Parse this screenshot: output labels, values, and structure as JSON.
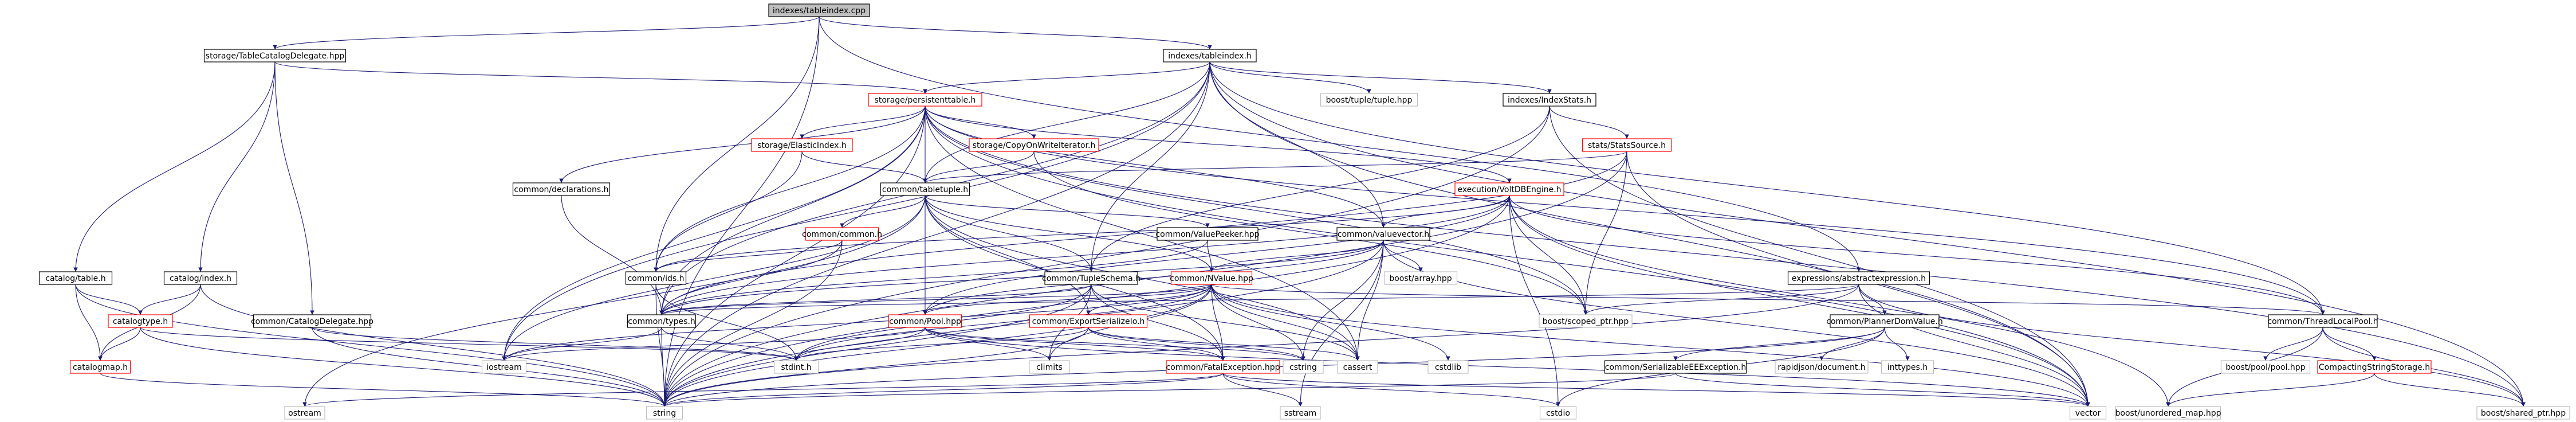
{
  "nodes": [
    {
      "id": "tableindex_cpp",
      "label": "indexes/tableindex.cpp",
      "style": "root"
    },
    {
      "id": "tcd_hpp",
      "label": "storage/TableCatalogDelegate.hpp",
      "style": "normal"
    },
    {
      "id": "tableindex_h",
      "label": "indexes/tableindex.h",
      "style": "normal"
    },
    {
      "id": "tuple_hpp",
      "label": "boost/tuple/tuple.hpp",
      "style": "ext"
    },
    {
      "id": "indexstats_h",
      "label": "indexes/IndexStats.h",
      "style": "normal"
    },
    {
      "id": "persistenttable_h",
      "label": "storage/persistenttable.h",
      "style": "red"
    },
    {
      "id": "catalog_table_h",
      "label": "catalog/table.h",
      "style": "normal"
    },
    {
      "id": "catalog_index_h",
      "label": "catalog/index.h",
      "style": "normal"
    },
    {
      "id": "elasticindex_h",
      "label": "storage/ElasticIndex.h",
      "style": "red"
    },
    {
      "id": "cowiter_h",
      "label": "storage/CopyOnWriteIterator.h",
      "style": "red"
    },
    {
      "id": "statssource_h",
      "label": "stats/StatsSource.h",
      "style": "red"
    },
    {
      "id": "declarations_h",
      "label": "common/declarations.h",
      "style": "normal"
    },
    {
      "id": "tabletuple_h",
      "label": "common/tabletuple.h",
      "style": "normal"
    },
    {
      "id": "voltdbengine_h",
      "label": "execution/VoltDBEngine.h",
      "style": "red"
    },
    {
      "id": "common_common_h",
      "label": "common/common.h",
      "style": "red"
    },
    {
      "id": "valuepeeker_hpp",
      "label": "common/ValuePeeker.hpp",
      "style": "normal"
    },
    {
      "id": "valuevector_h",
      "label": "common/valuevector.h",
      "style": "normal"
    },
    {
      "id": "array_hpp",
      "label": "boost/array.hpp",
      "style": "ext"
    },
    {
      "id": "abstractexpression_h",
      "label": "expressions/abstractexpression.h",
      "style": "normal"
    },
    {
      "id": "tupleschema_h",
      "label": "common/TupleSchema.h",
      "style": "normal"
    },
    {
      "id": "nvalue_hpp",
      "label": "common/NValue.hpp",
      "style": "red"
    },
    {
      "id": "ids_h",
      "label": "common/ids.h",
      "style": "normal"
    },
    {
      "id": "catalogtype_h",
      "label": "catalogtype.h",
      "style": "red"
    },
    {
      "id": "catalogdelegate_hpp",
      "label": "common/CatalogDelegate.hpp",
      "style": "normal"
    },
    {
      "id": "types_h",
      "label": "common/types.h",
      "style": "normal"
    },
    {
      "id": "pool_hpp",
      "label": "common/Pool.hpp",
      "style": "red"
    },
    {
      "id": "exportserializeio_h",
      "label": "common/ExportSerializeIo.h",
      "style": "red"
    },
    {
      "id": "scoped_ptr_hpp",
      "label": "boost/scoped_ptr.hpp",
      "style": "ext"
    },
    {
      "id": "plannerdomvalue_h",
      "label": "common/PlannerDomValue.h",
      "style": "normal"
    },
    {
      "id": "threadlocalpool_h",
      "label": "common/ThreadLocalPool.h",
      "style": "normal"
    },
    {
      "id": "catalogmap_h",
      "label": "catalogmap.h",
      "style": "red"
    },
    {
      "id": "iostream",
      "label": "iostream",
      "style": "ext"
    },
    {
      "id": "stdint_h",
      "label": "stdint.h",
      "style": "ext"
    },
    {
      "id": "climits",
      "label": "climits",
      "style": "ext"
    },
    {
      "id": "fatalexception_hpp",
      "label": "common/FatalException.hpp",
      "style": "red"
    },
    {
      "id": "cstring",
      "label": "cstring",
      "style": "ext"
    },
    {
      "id": "cassert",
      "label": "cassert",
      "style": "ext"
    },
    {
      "id": "cstdlib",
      "label": "cstdlib",
      "style": "ext"
    },
    {
      "id": "serializableee_h",
      "label": "common/SerializableEEException.h",
      "style": "normal"
    },
    {
      "id": "rapidjson_h",
      "label": "rapidjson/document.h",
      "style": "ext"
    },
    {
      "id": "inttypes_h",
      "label": "inttypes.h",
      "style": "ext"
    },
    {
      "id": "pool_pool_hpp",
      "label": "boost/pool/pool.hpp",
      "style": "ext"
    },
    {
      "id": "compactingstring_h",
      "label": "CompactingStringStorage.h",
      "style": "red"
    },
    {
      "id": "ostream",
      "label": "ostream",
      "style": "ext"
    },
    {
      "id": "string",
      "label": "string",
      "style": "ext"
    },
    {
      "id": "sstream",
      "label": "sstream",
      "style": "ext"
    },
    {
      "id": "cstdio",
      "label": "cstdio",
      "style": "ext"
    },
    {
      "id": "vector",
      "label": "vector",
      "style": "ext"
    },
    {
      "id": "unordered_map_hpp",
      "label": "boost/unordered_map.hpp",
      "style": "ext"
    },
    {
      "id": "shared_ptr_hpp",
      "label": "boost/shared_ptr.hpp",
      "style": "ext"
    }
  ],
  "edges": [
    [
      "tableindex_cpp",
      "tcd_hpp"
    ],
    [
      "tableindex_cpp",
      "tableindex_h"
    ],
    [
      "tableindex_cpp",
      "ids_h"
    ],
    [
      "tableindex_cpp",
      "abstractexpression_h"
    ],
    [
      "tableindex_cpp",
      "string"
    ],
    [
      "tcd_hpp",
      "persistenttable_h"
    ],
    [
      "tcd_hpp",
      "catalog_table_h"
    ],
    [
      "tcd_hpp",
      "catalog_index_h"
    ],
    [
      "tcd_hpp",
      "catalogdelegate_hpp"
    ],
    [
      "tableindex_h",
      "tuple_hpp"
    ],
    [
      "tableindex_h",
      "indexstats_h"
    ],
    [
      "tableindex_h",
      "persistenttable_h"
    ],
    [
      "tableindex_h",
      "tabletuple_h"
    ],
    [
      "tableindex_h",
      "valuevector_h"
    ],
    [
      "tableindex_h",
      "tupleschema_h"
    ],
    [
      "tableindex_h",
      "types_h"
    ],
    [
      "tableindex_h",
      "threadlocalpool_h"
    ],
    [
      "tableindex_h",
      "shared_ptr_hpp"
    ],
    [
      "tableindex_h",
      "vector"
    ],
    [
      "tableindex_h",
      "string"
    ],
    [
      "tableindex_h",
      "iostream"
    ],
    [
      "indexstats_h",
      "statssource_h"
    ],
    [
      "indexstats_h",
      "tupleschema_h"
    ],
    [
      "indexstats_h",
      "vector"
    ],
    [
      "indexstats_h",
      "string"
    ],
    [
      "persistenttable_h",
      "elasticindex_h"
    ],
    [
      "persistenttable_h",
      "cowiter_h"
    ],
    [
      "persistenttable_h",
      "declarations_h"
    ],
    [
      "persistenttable_h",
      "tabletuple_h"
    ],
    [
      "persistenttable_h",
      "voltdbengine_h"
    ],
    [
      "persistenttable_h",
      "valuevector_h"
    ],
    [
      "persistenttable_h",
      "ids_h"
    ],
    [
      "persistenttable_h",
      "iostream"
    ],
    [
      "persistenttable_h",
      "string"
    ],
    [
      "persistenttable_h",
      "scoped_ptr_hpp"
    ],
    [
      "persistenttable_h",
      "threadlocalpool_h"
    ],
    [
      "persistenttable_h",
      "shared_ptr_hpp"
    ],
    [
      "persistenttable_h",
      "vector"
    ],
    [
      "persistenttable_h",
      "cassert"
    ],
    [
      "persistenttable_h",
      "types_h"
    ],
    [
      "catalog_table_h",
      "catalogtype_h"
    ],
    [
      "catalog_table_h",
      "catalogmap_h"
    ],
    [
      "catalog_table_h",
      "string"
    ],
    [
      "catalog_index_h",
      "catalogtype_h"
    ],
    [
      "catalog_index_h",
      "catalogmap_h"
    ],
    [
      "catalog_index_h",
      "string"
    ],
    [
      "elasticindex_h",
      "tabletuple_h"
    ],
    [
      "elasticindex_h",
      "ids_h"
    ],
    [
      "cowiter_h",
      "tabletuple_h"
    ],
    [
      "cowiter_h",
      "scoped_ptr_hpp"
    ],
    [
      "statssource_h",
      "tabletuple_h"
    ],
    [
      "statssource_h",
      "types_h"
    ],
    [
      "statssource_h",
      "scoped_ptr_hpp"
    ],
    [
      "statssource_h",
      "string"
    ],
    [
      "statssource_h",
      "vector"
    ],
    [
      "declarations_h",
      "types_h"
    ],
    [
      "tabletuple_h",
      "common_common_h"
    ],
    [
      "tabletuple_h",
      "valuepeeker_hpp"
    ],
    [
      "tabletuple_h",
      "tupleschema_h"
    ],
    [
      "tabletuple_h",
      "nvalue_hpp"
    ],
    [
      "tabletuple_h",
      "exportserializeio_h"
    ],
    [
      "tabletuple_h",
      "fatalexception_hpp"
    ],
    [
      "tabletuple_h",
      "pool_hpp"
    ],
    [
      "tabletuple_h",
      "cassert"
    ],
    [
      "tabletuple_h",
      "ostream"
    ],
    [
      "tabletuple_h",
      "iostream"
    ],
    [
      "voltdbengine_h",
      "valuevector_h"
    ],
    [
      "voltdbengine_h",
      "ids_h"
    ],
    [
      "voltdbengine_h",
      "pool_hpp"
    ],
    [
      "voltdbengine_h",
      "scoped_ptr_hpp"
    ],
    [
      "voltdbengine_h",
      "threadlocalpool_h"
    ],
    [
      "voltdbengine_h",
      "unordered_map_hpp"
    ],
    [
      "voltdbengine_h",
      "vector"
    ],
    [
      "voltdbengine_h",
      "string"
    ],
    [
      "voltdbengine_h",
      "cstdio"
    ],
    [
      "voltdbengine_h",
      "types_h"
    ],
    [
      "common_common_h",
      "types_h"
    ],
    [
      "common_common_h",
      "ids_h"
    ],
    [
      "common_common_h",
      "string"
    ],
    [
      "valuepeeker_hpp",
      "nvalue_hpp"
    ],
    [
      "valuepeeker_hpp",
      "types_h"
    ],
    [
      "valuevector_h",
      "array_hpp"
    ],
    [
      "valuevector_h",
      "nvalue_hpp"
    ],
    [
      "valuevector_h",
      "pool_hpp"
    ],
    [
      "valuevector_h",
      "cassert"
    ],
    [
      "valuevector_h",
      "cstring"
    ],
    [
      "valuevector_h",
      "vector"
    ],
    [
      "valuevector_h",
      "string"
    ],
    [
      "valuevector_h",
      "sstream"
    ],
    [
      "valuevector_h",
      "types_h"
    ],
    [
      "abstractexpression_h",
      "plannerdomvalue_h"
    ],
    [
      "abstractexpression_h",
      "types_h"
    ],
    [
      "abstractexpression_h",
      "vector"
    ],
    [
      "abstractexpression_h",
      "string"
    ],
    [
      "abstractexpression_h",
      "shared_ptr_hpp"
    ],
    [
      "abstractexpression_h",
      "scoped_ptr_hpp"
    ],
    [
      "tupleschema_h",
      "types_h"
    ],
    [
      "tupleschema_h",
      "fatalexception_hpp"
    ],
    [
      "tupleschema_h",
      "stdint_h"
    ],
    [
      "tupleschema_h",
      "string"
    ],
    [
      "tupleschema_h",
      "cassert"
    ],
    [
      "tupleschema_h",
      "climits"
    ],
    [
      "nvalue_hpp",
      "types_h"
    ],
    [
      "nvalue_hpp",
      "pool_hpp"
    ],
    [
      "nvalue_hpp",
      "fatalexception_hpp"
    ],
    [
      "nvalue_hpp",
      "exportserializeio_h"
    ],
    [
      "nvalue_hpp",
      "cstdlib"
    ],
    [
      "nvalue_hpp",
      "string"
    ],
    [
      "nvalue_hpp",
      "vector"
    ],
    [
      "nvalue_hpp",
      "stdint_h"
    ],
    [
      "nvalue_hpp",
      "climits"
    ],
    [
      "nvalue_hpp",
      "cassert"
    ],
    [
      "nvalue_hpp",
      "cstring"
    ],
    [
      "nvalue_hpp",
      "threadlocalpool_h"
    ],
    [
      "nvalue_hpp",
      "iostream"
    ],
    [
      "ids_h",
      "stdint_h"
    ],
    [
      "ids_h",
      "string"
    ],
    [
      "catalogtype_h",
      "catalogmap_h"
    ],
    [
      "catalogtype_h",
      "string"
    ],
    [
      "catalogtype_h",
      "stdint_h"
    ],
    [
      "catalogdelegate_hpp",
      "string"
    ],
    [
      "catalogdelegate_hpp",
      "stdint_h"
    ],
    [
      "types_h",
      "stdint_h"
    ],
    [
      "types_h",
      "string"
    ],
    [
      "types_h",
      "iostream"
    ],
    [
      "pool_hpp",
      "fatalexception_hpp"
    ],
    [
      "pool_hpp",
      "stdint_h"
    ],
    [
      "pool_hpp",
      "iostream"
    ],
    [
      "pool_hpp",
      "vector"
    ],
    [
      "pool_hpp",
      "climits"
    ],
    [
      "pool_hpp",
      "cstring"
    ],
    [
      "exportserializeio_h",
      "fatalexception_hpp"
    ],
    [
      "exportserializeio_h",
      "stdint_h"
    ],
    [
      "exportserializeio_h",
      "cassert"
    ],
    [
      "exportserializeio_h",
      "cstring"
    ],
    [
      "exportserializeio_h",
      "string"
    ],
    [
      "plannerdomvalue_h",
      "serializableee_h"
    ],
    [
      "plannerdomvalue_h",
      "rapidjson_h"
    ],
    [
      "plannerdomvalue_h",
      "inttypes_h"
    ],
    [
      "plannerdomvalue_h",
      "cstdio"
    ],
    [
      "plannerdomvalue_h",
      "string"
    ],
    [
      "threadlocalpool_h",
      "pool_pool_hpp"
    ],
    [
      "threadlocalpool_h",
      "compactingstring_h"
    ],
    [
      "threadlocalpool_h",
      "shared_ptr_hpp"
    ],
    [
      "threadlocalpool_h",
      "unordered_map_hpp"
    ],
    [
      "catalogmap_h",
      "string"
    ],
    [
      "fatalexception_hpp",
      "string"
    ],
    [
      "fatalexception_hpp",
      "sstream"
    ],
    [
      "fatalexception_hpp",
      "cstdio"
    ],
    [
      "fatalexception_hpp",
      "vector"
    ],
    [
      "fatalexception_hpp",
      "ostream"
    ],
    [
      "serializableee_h",
      "string"
    ],
    [
      "serializableee_h",
      "vector"
    ],
    [
      "compactingstring_h",
      "unordered_map_hpp"
    ],
    [
      "compactingstring_h",
      "shared_ptr_hpp"
    ]
  ],
  "colors": {
    "edge": "#191970",
    "node_border": "#000000",
    "red_border": "#ff0000",
    "ext_border": "#bfbfbf",
    "root_fill": "#bfbfbf"
  }
}
